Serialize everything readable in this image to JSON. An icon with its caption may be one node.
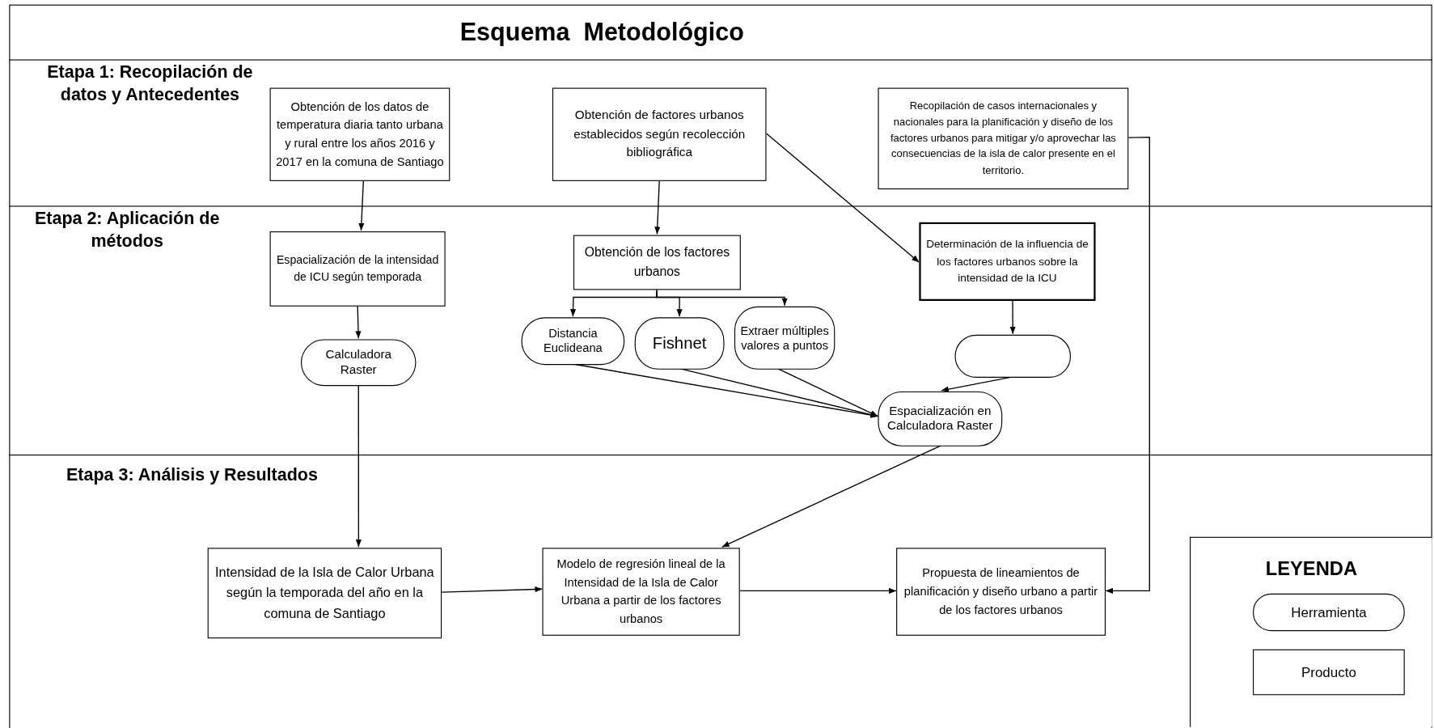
{
  "diagram": {
    "title": "Esquema  Metodológico",
    "nodes": [
      {
        "text": [
          "Etapa 1: Recopilación de datos y Antecedentes"
        ]
      },
      {
        "text": [
          "Obtención de los datos de temperatura diaria tanto urbana y rural entre los años 2016 y 2017 en la comuna de Santiago"
        ],
        "in": 0
      },
      {
        "text": [
          "Obtención de factores urbanos establecidos según recolección bibliográfica"
        ],
        "in": 0
      },
      {
        "text": [
          "Recopilación de casos internacionales y nacionales para la planificación y diseño de los factores urbanos para mitigar y/o aprovechar las consecuencias de la isla de calor presente en el territorio."
        ],
        "in": 0
      },
      {
        "text": [
          "Etapa 2: Aplicación de métodos"
        ]
      },
      {
        "text": [
          "Espacialización de la intensidad de ICU según temporada"
        ],
        "in": 4
      },
      {
        "text": [
          "Obtención de los factores urbanos"
        ],
        "in": 4
      },
      {
        "text": [
          "Determinación de la influencia de los factores urbanos sobre la intensidad de la ICU"
        ],
        "in": 4
      },
      {
        "text": [
          "Calculadora Raster"
        ],
        "in": 4
      },
      {
        "text": [
          "Distancia Euclideana"
        ],
        "in": 4
      },
      {
        "text": [
          "Fishnet"
        ],
        "in": 4
      },
      {
        "text": [
          "Extraer múltiples valores a puntos"
        ],
        "in": 4
      },
      {
        "text": [],
        "shape": "pill",
        "in": 4
      },
      {
        "text": [
          "Espacialización en Calculadora Raster"
        ],
        "in": 4
      },
      {
        "text": [
          "Etapa 3: Análisis y Resultados"
        ]
      },
      {
        "text": [
          "Intensidad de la Isla de Calor Urbana según la temporada del año en la comuna de Santiago"
        ],
        "in": 14
      },
      {
        "text": [
          "Modelo de regresión lineal  de la Intensidad de la Isla de Calor Urbana a partir de los factores urbanos"
        ],
        "in": 14
      },
      {
        "text": [
          "Propuesta de lineamientos de planificación y diseño urbano a partir de los factores urbanos"
        ],
        "in": 14
      }
    ],
    "edges": [
      {
        "from": 1,
        "to": 5,
        "arrow": "to"
      },
      {
        "from": 2,
        "to": 6,
        "arrow": "to"
      },
      {
        "from": 2,
        "to": 7,
        "arrow": "to"
      },
      {
        "from": 5,
        "to": 8,
        "arrow": "to"
      },
      {
        "from": 6,
        "to": 9,
        "arrow": "to"
      },
      {
        "from": 6,
        "to": 10,
        "arrow": "to"
      },
      {
        "from": 6,
        "to": 11,
        "arrow": "to"
      },
      {
        "from": 7,
        "to": 12,
        "arrow": "to"
      },
      {
        "from": 9,
        "to": 13,
        "arrow": "to"
      },
      {
        "from": 10,
        "to": 13,
        "arrow": "to"
      },
      {
        "from": 11,
        "to": 13,
        "arrow": "to"
      },
      {
        "from": 12,
        "to": 13,
        "arrow": "to"
      },
      {
        "from": 8,
        "to": 15,
        "arrow": "to"
      },
      {
        "from": 13,
        "to": 16,
        "arrow": "to"
      },
      {
        "from": 15,
        "to": 16,
        "arrow": "to"
      },
      {
        "from": 16,
        "to": 17,
        "arrow": "to"
      },
      {
        "from": 3,
        "to": 17,
        "arrow": "to"
      }
    ],
    "labels": [
      "LEYENDA"
    ],
    "legend": [
      {
        "text": "Herramienta"
      },
      {
        "text": "Producto"
      }
    ]
  }
}
